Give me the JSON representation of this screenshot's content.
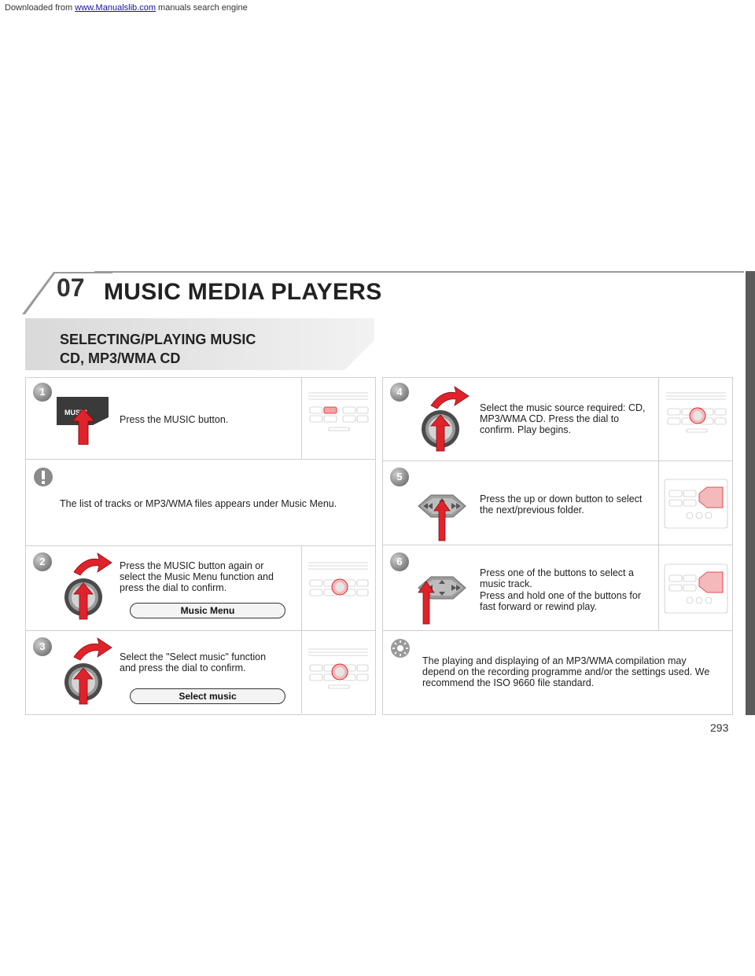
{
  "topnote": {
    "prefix": "Downloaded from ",
    "link": "www.Manualslib.com",
    "suffix": " manuals search engine"
  },
  "chapter": {
    "number": "07",
    "title": "MUSIC MEDIA PLAYERS"
  },
  "section": {
    "title_line1": "SELECTING/PLAYING MUSIC",
    "title_line2": "CD, MP3/WMA CD"
  },
  "steps": [
    {
      "number": "1",
      "text": "Press the MUSIC button.",
      "button_label": "MUSIC"
    },
    {
      "number": "2",
      "text": "Press the MUSIC button again or select the Music Menu function and press the dial to confirm.",
      "pill": "Music Menu"
    },
    {
      "number": "3",
      "text": "Select the \"Select music\" function and press the dial to confirm.",
      "pill": "Select music"
    },
    {
      "number": "4",
      "text": "Select the music source required: CD, MP3/WMA CD. Press the dial to confirm. Play begins."
    },
    {
      "number": "5",
      "text": "Press the up or down button to select the next/previous folder."
    },
    {
      "number": "6",
      "text1": "Press one of the buttons to select a music track.",
      "text2": "Press and hold one of the buttons for fast forward or rewind play."
    }
  ],
  "warning": {
    "text": "The list of tracks or MP3/WMA files appears under Music Menu."
  },
  "tip": {
    "text": "The playing and displaying of an MP3/WMA compilation may depend on the recording programme and/or the settings used. We recommend the ISO 9660 file standard."
  },
  "page_number": "293",
  "icons": [
    "warning-icon",
    "tip-sun-icon",
    "rotary-dial-icon",
    "curved-arrow-icon",
    "up-arrow-icon",
    "direction-pad-icon",
    "radio-panel-icon"
  ]
}
